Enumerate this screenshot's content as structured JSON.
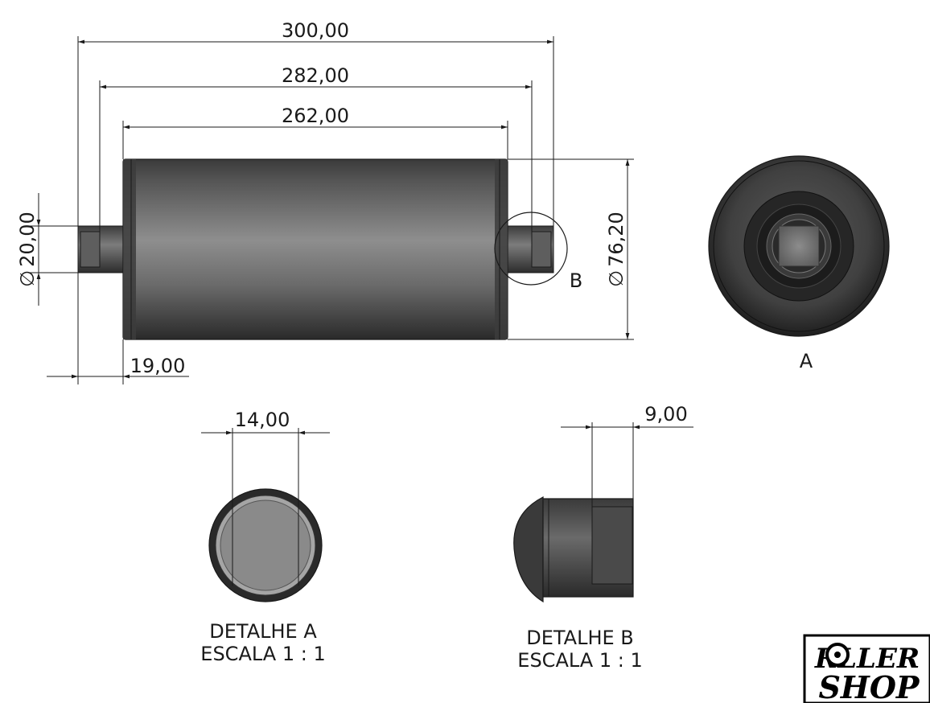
{
  "dimensions": {
    "overall_length": "300,00",
    "shaft_length": "282,00",
    "tube_length": "262,00",
    "shaft_diameter": "20,00",
    "tube_diameter": "76,20",
    "end_offset": "19,00",
    "detail_a_width": "14,00",
    "detail_b_width": "9,00"
  },
  "diameter_symbol": "∅",
  "views": {
    "end_view_label": "A",
    "detail_circle_label": "B"
  },
  "details": {
    "a_title": "DETALHE A",
    "a_scale": "ESCALA 1 : 1",
    "b_title": "DETALHE B",
    "b_scale": "ESCALA 1 : 1"
  },
  "logo": {
    "line1": "RLLER",
    "line2": "SHOP"
  },
  "colors": {
    "line": "#1a1a1a",
    "metal_dark": "#2e2e2e",
    "metal_light": "#8a8a8a"
  }
}
